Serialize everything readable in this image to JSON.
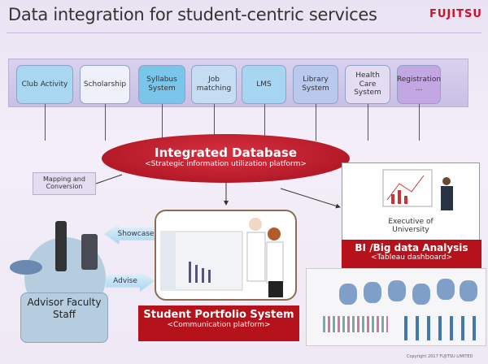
{
  "title": "Data integration for student-centric services",
  "logo": "FUJITSU",
  "systems": [
    {
      "label": "Club Activity",
      "color": "#a9d6f0"
    },
    {
      "label": "Scholarship",
      "color": "#eef0fa"
    },
    {
      "label": "Syllabus System",
      "color": "#79c6ea"
    },
    {
      "label": "Job matching",
      "color": "#c5dcf2"
    },
    {
      "label": "LMS",
      "color": "#a6d6f2"
    },
    {
      "label": "Library System",
      "color": "#b9c9ee"
    },
    {
      "label": "Health Care System",
      "color": "#e3dcf3"
    },
    {
      "label": "Registration …",
      "color": "#c3a7e3"
    }
  ],
  "database": {
    "title": "Integrated Database",
    "subtitle": "<Strategic information utilization platform>"
  },
  "mapping": "Mapping and Conversion",
  "executive": "Executive of University",
  "bi": {
    "title": "BI /Big data Analysis",
    "subtitle": "<Tableau dashboard>"
  },
  "arrows": {
    "showcase": "Showcase",
    "advise": "Advise"
  },
  "advisor": "Advisor Faculty Staff",
  "portfolio": {
    "title": "Student Portfolio System",
    "subtitle": "<Communication platform>"
  },
  "footer": "Copyright 2017 FUJITSU LIMITED"
}
